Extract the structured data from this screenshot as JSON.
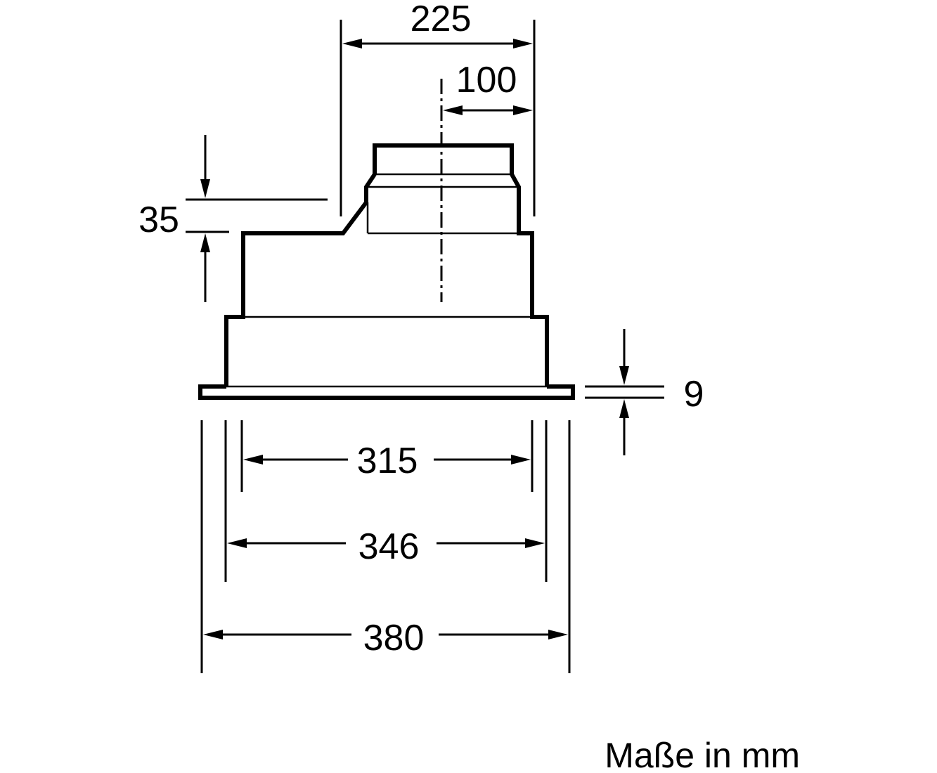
{
  "diagram": {
    "dimensions": {
      "top_width": "225",
      "outlet_offset": "100",
      "top_height": "35",
      "flange_thickness": "9",
      "inner_width": "315",
      "body_width": "346",
      "flange_width": "380"
    },
    "caption": "Maße in mm"
  }
}
